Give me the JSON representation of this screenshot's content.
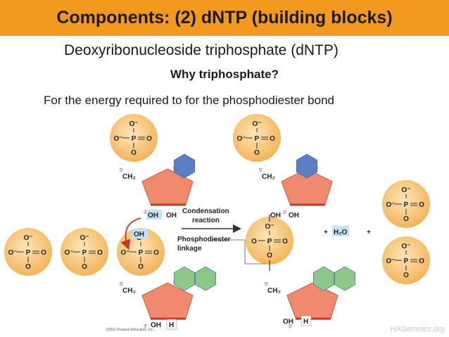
{
  "header": {
    "title": "Components: (2) dNTP (building blocks)",
    "bar_color": "#f39a1e"
  },
  "subtitle": "Deoxyribonucleoside triphosphate (dNTP)",
  "question": "Why triphosphate?",
  "energy_text": "For the energy required to for the phosphodiester bond",
  "figure": {
    "phosphate": {
      "o_minus": "O⁻",
      "p": "P",
      "o": "O"
    },
    "ch2": "CH₂",
    "ring_o": "O",
    "five_prime": "5′",
    "three_prime": "3′",
    "oh": "OH",
    "h": "H",
    "condensation": "Condensation",
    "reaction": "reaction",
    "phosphodiester": "Phosphodiester",
    "linkage": "linkage",
    "plus": "+",
    "water": "H₂O",
    "copyright": "©2011 Pearson Education, Inc.",
    "colors": {
      "phosphate": "#f7c77a",
      "sugar": "#f08a6e",
      "base_blue": "#5b7fc4",
      "base_green": "#8cc88a",
      "arrow": "#c0392b",
      "highlight": "#bfe3f7"
    }
  },
  "watermark": "HAGenetics.org"
}
